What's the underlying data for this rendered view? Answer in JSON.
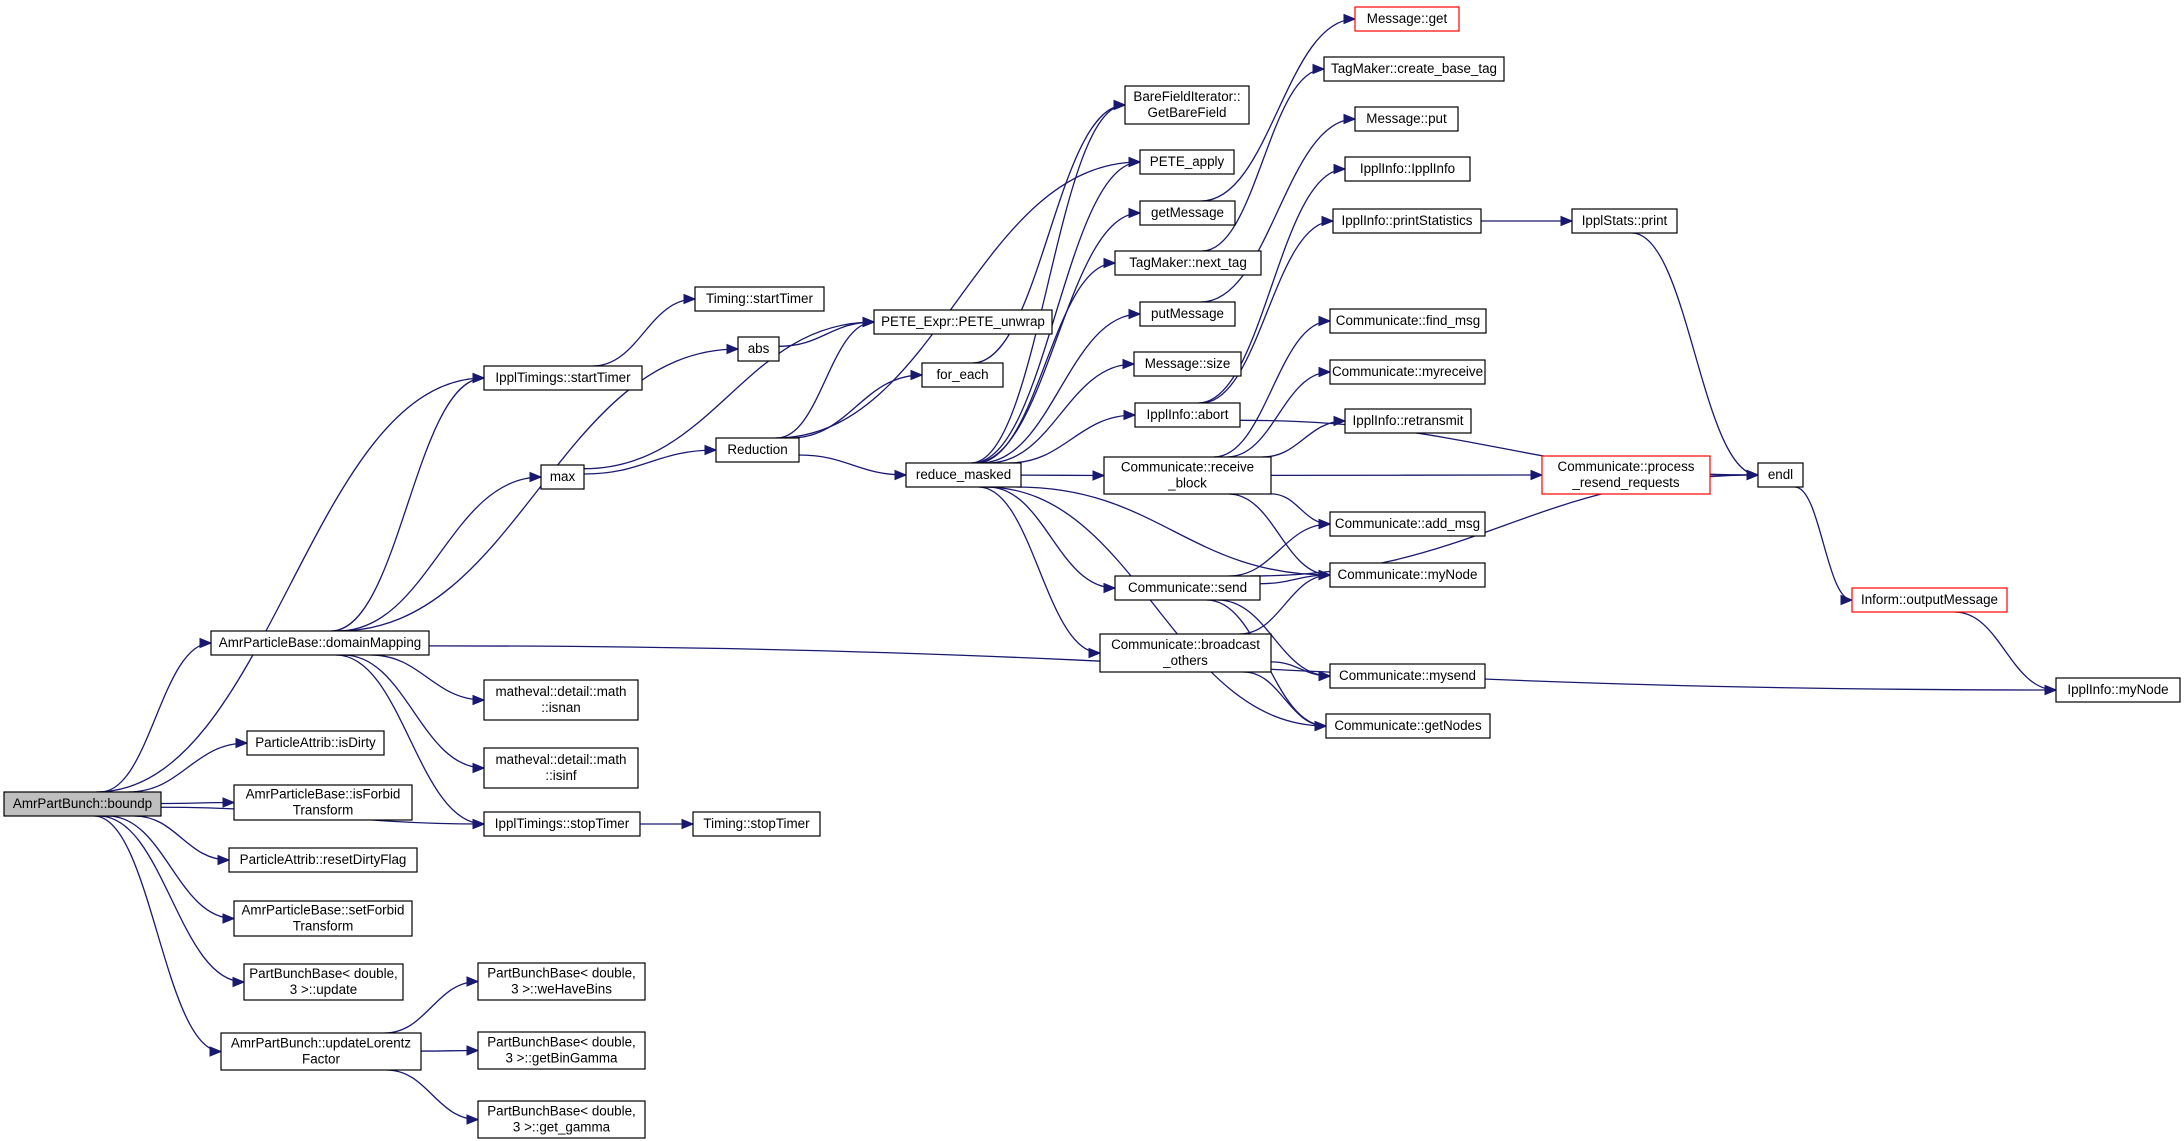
{
  "colors": {
    "edge": "#191970",
    "node_border": "#000000",
    "node_border_truncated": "#ff0000",
    "node_fill": "#ffffff",
    "root_fill": "#bfbfbf"
  },
  "nodes": [
    {
      "id": "root",
      "lines": [
        "AmrPartBunch::boundp"
      ],
      "root": true
    },
    {
      "id": "startTimer",
      "lines": [
        "IpplTimings::startTimer"
      ]
    },
    {
      "id": "timingStart",
      "lines": [
        "Timing::startTimer"
      ]
    },
    {
      "id": "domainMapping",
      "lines": [
        "AmrParticleBase::domainMapping"
      ]
    },
    {
      "id": "isDirty",
      "lines": [
        "ParticleAttrib::isDirty"
      ]
    },
    {
      "id": "isForbid",
      "lines": [
        "AmrParticleBase::isForbid",
        "Transform"
      ]
    },
    {
      "id": "resetDirty",
      "lines": [
        "ParticleAttrib::resetDirtyFlag"
      ]
    },
    {
      "id": "setForbid",
      "lines": [
        "AmrParticleBase::setForbid",
        "Transform"
      ]
    },
    {
      "id": "update",
      "lines": [
        "PartBunchBase< double,",
        "3 >::update"
      ]
    },
    {
      "id": "updateLorentz",
      "lines": [
        "AmrPartBunch::updateLorentz",
        "Factor"
      ]
    },
    {
      "id": "weHaveBins",
      "lines": [
        "PartBunchBase< double,",
        "3 >::weHaveBins"
      ]
    },
    {
      "id": "getBinGamma",
      "lines": [
        "PartBunchBase< double,",
        "3 >::getBinGamma"
      ]
    },
    {
      "id": "getGamma",
      "lines": [
        "PartBunchBase< double,",
        "3 >::get_gamma"
      ]
    },
    {
      "id": "stopTimer",
      "lines": [
        "IpplTimings::stopTimer"
      ]
    },
    {
      "id": "timingStop",
      "lines": [
        "Timing::stopTimer"
      ]
    },
    {
      "id": "isnan",
      "lines": [
        "matheval::detail::math",
        "::isnan"
      ]
    },
    {
      "id": "isinf",
      "lines": [
        "matheval::detail::math",
        "::isinf"
      ]
    },
    {
      "id": "abs",
      "lines": [
        "abs"
      ]
    },
    {
      "id": "max",
      "lines": [
        "max"
      ]
    },
    {
      "id": "reduction",
      "lines": [
        "Reduction"
      ]
    },
    {
      "id": "peteUnwrap",
      "lines": [
        "PETE_Expr::PETE_unwrap"
      ]
    },
    {
      "id": "forEach",
      "lines": [
        "for_each"
      ]
    },
    {
      "id": "reduceMasked",
      "lines": [
        "reduce_masked"
      ]
    },
    {
      "id": "bareField",
      "lines": [
        "BareFieldIterator::",
        "GetBareField"
      ]
    },
    {
      "id": "peteApply",
      "lines": [
        "PETE_apply"
      ]
    },
    {
      "id": "getMessage",
      "lines": [
        "getMessage"
      ]
    },
    {
      "id": "nextTag",
      "lines": [
        "TagMaker::next_tag"
      ]
    },
    {
      "id": "putMessage",
      "lines": [
        "putMessage"
      ]
    },
    {
      "id": "msgSize",
      "lines": [
        "Message::size"
      ]
    },
    {
      "id": "abort",
      "lines": [
        "IpplInfo::abort"
      ]
    },
    {
      "id": "receiveBlock",
      "lines": [
        "Communicate::receive",
        "_block"
      ]
    },
    {
      "id": "send",
      "lines": [
        "Communicate::send"
      ]
    },
    {
      "id": "broadcast",
      "lines": [
        "Communicate::broadcast",
        "_others"
      ]
    },
    {
      "id": "msgGet",
      "lines": [
        "Message::get"
      ],
      "truncated": true
    },
    {
      "id": "createBaseTag",
      "lines": [
        "TagMaker::create_base_tag"
      ]
    },
    {
      "id": "msgPut",
      "lines": [
        "Message::put"
      ]
    },
    {
      "id": "ipplInfoCtor",
      "lines": [
        "IpplInfo::IpplInfo"
      ]
    },
    {
      "id": "printStatistics",
      "lines": [
        "IpplInfo::printStatistics"
      ]
    },
    {
      "id": "findMsg",
      "lines": [
        "Communicate::find_msg"
      ]
    },
    {
      "id": "myreceive",
      "lines": [
        "Communicate::myreceive"
      ]
    },
    {
      "id": "retransmit",
      "lines": [
        "IpplInfo::retransmit"
      ]
    },
    {
      "id": "addMsg",
      "lines": [
        "Communicate::add_msg"
      ]
    },
    {
      "id": "commMyNode",
      "lines": [
        "Communicate::myNode"
      ]
    },
    {
      "id": "mysend",
      "lines": [
        "Communicate::mysend"
      ]
    },
    {
      "id": "getNodes",
      "lines": [
        "Communicate::getNodes"
      ]
    },
    {
      "id": "processResend",
      "lines": [
        "Communicate::process",
        "_resend_requests"
      ],
      "truncated": true
    },
    {
      "id": "statsPrint",
      "lines": [
        "IpplStats::print"
      ]
    },
    {
      "id": "endl",
      "lines": [
        "endl"
      ]
    },
    {
      "id": "outputMessage",
      "lines": [
        "Inform::outputMessage"
      ],
      "truncated": true
    },
    {
      "id": "ipplMyNode",
      "lines": [
        "IpplInfo::myNode"
      ]
    }
  ],
  "edges": [
    [
      "root",
      "startTimer"
    ],
    [
      "root",
      "domainMapping"
    ],
    [
      "root",
      "isDirty"
    ],
    [
      "root",
      "isForbid"
    ],
    [
      "root",
      "resetDirty"
    ],
    [
      "root",
      "setForbid"
    ],
    [
      "root",
      "update"
    ],
    [
      "root",
      "updateLorentz"
    ],
    [
      "root",
      "stopTimer"
    ],
    [
      "startTimer",
      "timingStart"
    ],
    [
      "domainMapping",
      "startTimer"
    ],
    [
      "domainMapping",
      "abs"
    ],
    [
      "domainMapping",
      "max"
    ],
    [
      "domainMapping",
      "isnan"
    ],
    [
      "domainMapping",
      "isinf"
    ],
    [
      "domainMapping",
      "stopTimer"
    ],
    [
      "domainMapping",
      "ipplMyNode"
    ],
    [
      "updateLorentz",
      "weHaveBins"
    ],
    [
      "updateLorentz",
      "getBinGamma"
    ],
    [
      "updateLorentz",
      "getGamma"
    ],
    [
      "stopTimer",
      "timingStop"
    ],
    [
      "abs",
      "peteUnwrap"
    ],
    [
      "max",
      "peteUnwrap"
    ],
    [
      "max",
      "reduction"
    ],
    [
      "reduction",
      "peteUnwrap"
    ],
    [
      "reduction",
      "forEach"
    ],
    [
      "reduction",
      "reduceMasked"
    ],
    [
      "reduction",
      "peteApply"
    ],
    [
      "forEach",
      "bareField"
    ],
    [
      "reduceMasked",
      "bareField"
    ],
    [
      "reduceMasked",
      "peteApply"
    ],
    [
      "reduceMasked",
      "getMessage"
    ],
    [
      "reduceMasked",
      "nextTag"
    ],
    [
      "reduceMasked",
      "putMessage"
    ],
    [
      "reduceMasked",
      "msgSize"
    ],
    [
      "reduceMasked",
      "abort"
    ],
    [
      "reduceMasked",
      "receiveBlock"
    ],
    [
      "reduceMasked",
      "send"
    ],
    [
      "reduceMasked",
      "broadcast"
    ],
    [
      "reduceMasked",
      "commMyNode"
    ],
    [
      "reduceMasked",
      "getNodes"
    ],
    [
      "getMessage",
      "msgGet"
    ],
    [
      "nextTag",
      "createBaseTag"
    ],
    [
      "putMessage",
      "msgPut"
    ],
    [
      "abort",
      "ipplInfoCtor"
    ],
    [
      "abort",
      "printStatistics"
    ],
    [
      "abort",
      "endl"
    ],
    [
      "receiveBlock",
      "findMsg"
    ],
    [
      "receiveBlock",
      "myreceive"
    ],
    [
      "receiveBlock",
      "retransmit"
    ],
    [
      "receiveBlock",
      "processResend"
    ],
    [
      "receiveBlock",
      "addMsg"
    ],
    [
      "receiveBlock",
      "commMyNode"
    ],
    [
      "send",
      "addMsg"
    ],
    [
      "send",
      "commMyNode"
    ],
    [
      "send",
      "mysend"
    ],
    [
      "send",
      "getNodes"
    ],
    [
      "send",
      "endl"
    ],
    [
      "broadcast",
      "commMyNode"
    ],
    [
      "broadcast",
      "mysend"
    ],
    [
      "broadcast",
      "getNodes"
    ],
    [
      "printStatistics",
      "statsPrint"
    ],
    [
      "statsPrint",
      "endl"
    ],
    [
      "processResend",
      "endl"
    ],
    [
      "endl",
      "outputMessage"
    ],
    [
      "outputMessage",
      "ipplMyNode"
    ]
  ]
}
